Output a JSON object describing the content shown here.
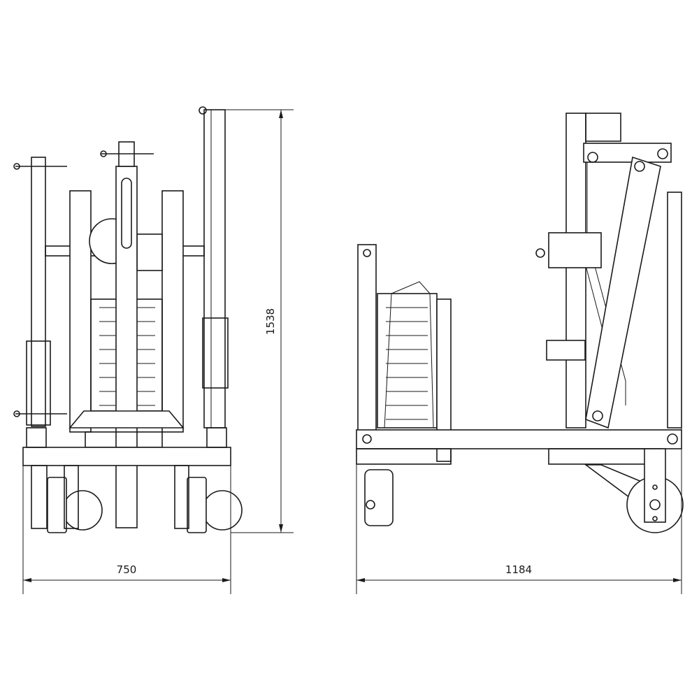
{
  "drawing": {
    "views": [
      "front-view",
      "side-view"
    ],
    "dimensions": {
      "width_front": "750",
      "height": "1538",
      "length_side": "1184"
    },
    "line_color": "#1a1a1a",
    "background": "#ffffff"
  }
}
